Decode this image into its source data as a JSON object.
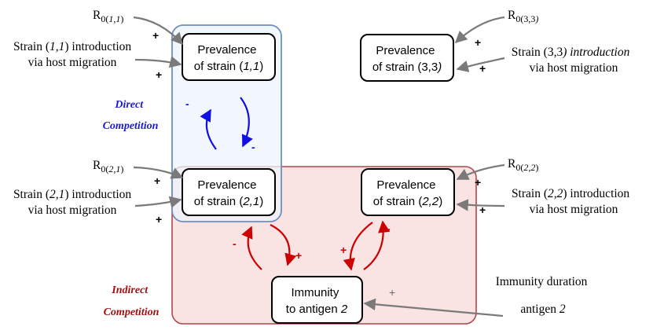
{
  "colors": {
    "direct_region_fill": "#eef3fc",
    "direct_region_stroke": "#6f8fbf",
    "indirect_region_fill": "#f9e3e3",
    "indirect_region_stroke": "#b04848",
    "blue_arrow": "#1010e0",
    "red_arrow": "#cc0000",
    "gray_arrow": "#7a7a7a",
    "direct_title": "#1a1ad0",
    "indirect_title": "#a01010"
  },
  "nodes": {
    "prev_11": {
      "line1": "Prevalence",
      "line2_pre": "of strain (",
      "line2_it": "1,1",
      "line2_post": ")"
    },
    "prev_33": {
      "line1": "Prevalence",
      "line2_pre": "of strain (3,3",
      "line2_it": "",
      "line2_post": ")"
    },
    "prev_21": {
      "line1": "Prevalence",
      "line2_pre": "of strain (",
      "line2_it": "2,1",
      "line2_post": ")"
    },
    "prev_22": {
      "line1": "Prevalence",
      "line2_pre": "of strain (",
      "line2_it": "2,2",
      "line2_post": ")"
    },
    "immunity": {
      "line1": "Immunity",
      "line2_pre": "to antigen ",
      "line2_it": "2"
    }
  },
  "inputs": {
    "r0_11": {
      "base": "R",
      "sub": "0(",
      "sub_it": "1,1",
      "sub_end": ")"
    },
    "r0_33": {
      "base": "R",
      "sub": "0(3,3",
      "sub_it": "",
      "sub_end": ")"
    },
    "r0_21": {
      "base": "R",
      "sub": "0(",
      "sub_it": "2,1",
      "sub_end": ")"
    },
    "r0_22": {
      "base": "R",
      "sub": "0(",
      "sub_it": "2,2",
      "sub_end": ")"
    },
    "intro_11": {
      "l1_pre": "Strain (",
      "l1_it": "1,1",
      "l1_post": ") introduction",
      "l2": "via host migration"
    },
    "intro_33": {
      "l1_pre": "Strain (3,3",
      "l1_it": "",
      "l1_post": ") introduction",
      "l2": "via host migration"
    },
    "intro_21": {
      "l1_pre": "Strain (",
      "l1_it": "2,1",
      "l1_post": ") introduction",
      "l2": "via host migration"
    },
    "intro_22": {
      "l1_pre": "Strain (",
      "l1_it": "2,2",
      "l1_post": ") introduction",
      "l2": "via host migration"
    },
    "immunity_duration": {
      "l1": "Immunity duration",
      "l2_pre": "antigen ",
      "l2_it": "2"
    }
  },
  "regions": {
    "direct": {
      "line1": "Direct",
      "line2": "Competition"
    },
    "indirect": {
      "line1": "Indirect",
      "line2": "Competition"
    }
  },
  "signs": {
    "plus": "+",
    "minus": "-"
  }
}
